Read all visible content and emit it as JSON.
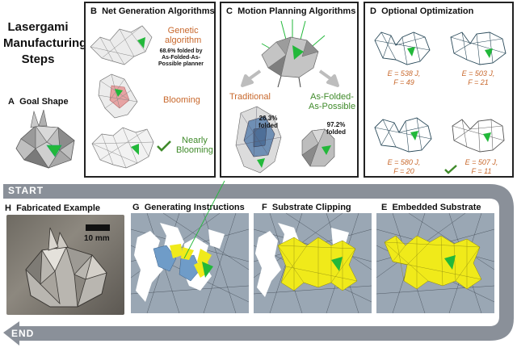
{
  "title": {
    "line1": "Lasergami",
    "line2": "Manufacturing",
    "line3": "Steps"
  },
  "goal_shape": {
    "letter": "A",
    "label": "Goal Shape"
  },
  "panel_b": {
    "letter": "B",
    "title": "Net Generation Algorithms",
    "genetic_line1": "Genetic",
    "genetic_line2": "algorithm",
    "note_line1": "68.6% folded by",
    "note_line2": "As-Folded-As-",
    "note_line3": "Possible planner",
    "blooming": "Blooming",
    "nearly_line1": "Nearly",
    "nearly_line2": "Blooming"
  },
  "panel_c": {
    "letter": "C",
    "title": "Motion Planning Algorithms",
    "traditional": "Traditional",
    "afap_line1": "As-Folded-",
    "afap_line2": "As-Possible",
    "pct_trad_line1": "26.3%",
    "pct_trad_line2": "folded",
    "pct_afap_line1": "97.2%",
    "pct_afap_line2": "folded"
  },
  "panel_d": {
    "letter": "D",
    "title": "Optional Optimization",
    "opt1": {
      "e": "E = 538 J,",
      "f": "F = 49"
    },
    "opt2": {
      "e": "E = 503 J,",
      "f": "F = 21"
    },
    "opt3": {
      "e": "E = 580 J,",
      "f": "F = 20"
    },
    "opt4": {
      "e": "E = 507 J,",
      "f": "F = 11"
    }
  },
  "band": {
    "start": "START",
    "end": "END"
  },
  "panel_h": {
    "letter": "H",
    "title": "Fabricated Example",
    "scale": "10 mm"
  },
  "panel_g": {
    "letter": "G",
    "title": "Generating Instructions"
  },
  "panel_f": {
    "letter": "F",
    "title": "Substrate Clipping"
  },
  "panel_e": {
    "letter": "E",
    "title": "Embedded Substrate"
  },
  "colors": {
    "accent_orange": "#c8682c",
    "accent_green": "#3f8a2a",
    "band_gray": "#8a9099",
    "substrate_gray": "#9aa7b4",
    "clip_yellow": "#f0ea1a",
    "select_green": "#22b83a"
  }
}
